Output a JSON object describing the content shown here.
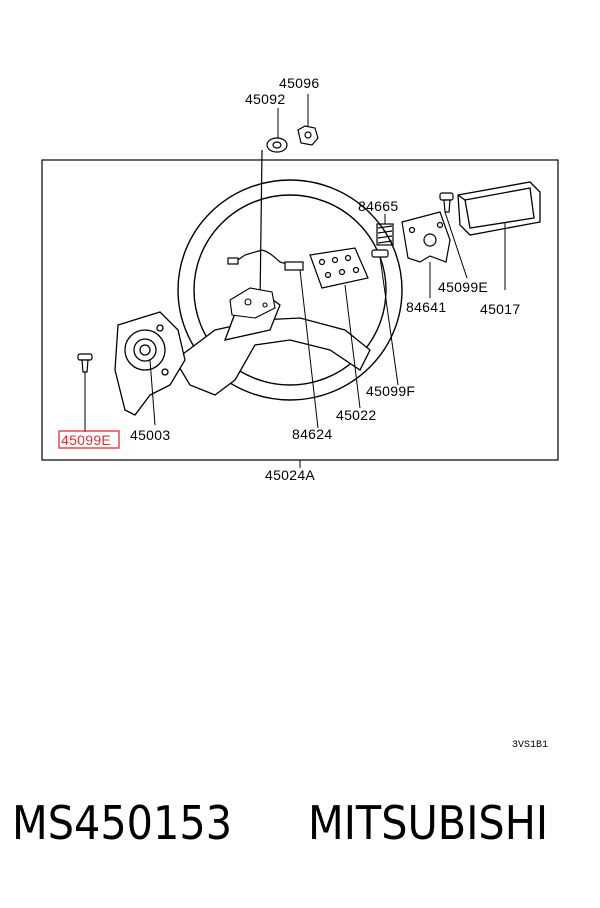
{
  "diagram": {
    "labels": {
      "l45096": "45096",
      "l45092": "45092",
      "l84665": "84665",
      "l45099E_right": "45099E",
      "l45017": "45017",
      "l84641": "84641",
      "l45099F": "45099F",
      "l45022": "45022",
      "l84624": "84624",
      "l45003": "45003",
      "l45099E_left": "45099E",
      "l45024A": "45024A"
    },
    "highlight_color": "#e03030",
    "diagram_code": "3VS1B1"
  },
  "footer": {
    "part_number": "MS450153",
    "brand": "MITSUBISHI"
  }
}
